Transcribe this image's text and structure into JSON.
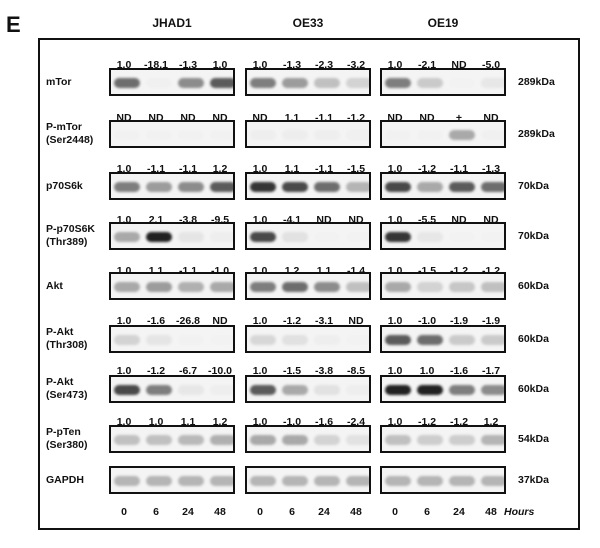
{
  "panel_letter": "E",
  "cell_lines": [
    "JHAD1",
    "OE33",
    "OE19"
  ],
  "time_points": [
    "0",
    "6",
    "24",
    "48"
  ],
  "time_unit": "Hours",
  "rows": [
    {
      "label": [
        "mTor"
      ],
      "kda": "289kDa",
      "values": [
        [
          "1.0",
          "-18.1",
          "-1.3",
          "1.0"
        ],
        [
          "1.0",
          "-1.3",
          "-2.3",
          "-3.2"
        ],
        [
          "1.0",
          "-2.1",
          "ND",
          "-5.0"
        ]
      ],
      "intensity": [
        [
          0.75,
          0.08,
          0.65,
          0.8
        ],
        [
          0.7,
          0.6,
          0.45,
          0.35
        ],
        [
          0.7,
          0.4,
          0.0,
          0.2
        ]
      ]
    },
    {
      "label": [
        "P-mTor",
        "(Ser2448)"
      ],
      "kda": "289kDa",
      "values": [
        [
          "ND",
          "ND",
          "ND",
          "ND"
        ],
        [
          "ND",
          "1.1",
          "-1.1",
          "-1.2"
        ],
        [
          "ND",
          "ND",
          "+",
          "ND"
        ]
      ],
      "intensity": [
        [
          0.05,
          0.05,
          0.05,
          0.05
        ],
        [
          0.12,
          0.14,
          0.12,
          0.1
        ],
        [
          0.05,
          0.05,
          0.55,
          0.08
        ]
      ]
    },
    {
      "label": [
        "p70S6k"
      ],
      "kda": "70kDa",
      "values": [
        [
          "1.0",
          "-1.1",
          "-1.1",
          "1.2"
        ],
        [
          "1.0",
          "1.1",
          "-1.1",
          "-1.5"
        ],
        [
          "1.0",
          "-1.2",
          "-1.1",
          "-1.3"
        ]
      ],
      "intensity": [
        [
          0.7,
          0.6,
          0.65,
          0.8
        ],
        [
          0.9,
          0.85,
          0.75,
          0.5
        ],
        [
          0.85,
          0.55,
          0.8,
          0.75
        ]
      ]
    },
    {
      "label": [
        "P-p70S6K",
        "(Thr389)"
      ],
      "kda": "70kDa",
      "values": [
        [
          "1.0",
          "2.1",
          "-3.8",
          "-9.5"
        ],
        [
          "1.0",
          "-4.1",
          "ND",
          "ND"
        ],
        [
          "1.0",
          "-5.5",
          "ND",
          "ND"
        ]
      ],
      "intensity": [
        [
          0.55,
          0.95,
          0.22,
          0.12
        ],
        [
          0.85,
          0.25,
          0.0,
          0.0
        ],
        [
          0.9,
          0.2,
          0.0,
          0.0
        ]
      ]
    },
    {
      "label": [
        "Akt"
      ],
      "kda": "60kDa",
      "values": [
        [
          "1.0",
          "1.1",
          "-1.1",
          "-1.0"
        ],
        [
          "1.0",
          "1.2",
          "1.1",
          "-1.4"
        ],
        [
          "1.0",
          "-1.5",
          "-1.2",
          "-1.2"
        ]
      ],
      "intensity": [
        [
          0.55,
          0.6,
          0.52,
          0.55
        ],
        [
          0.7,
          0.75,
          0.65,
          0.45
        ],
        [
          0.55,
          0.35,
          0.42,
          0.45
        ]
      ]
    },
    {
      "label": [
        "P-Akt",
        "(Thr308)"
      ],
      "kda": "60kDa",
      "values": [
        [
          "1.0",
          "-1.6",
          "-26.8",
          "ND"
        ],
        [
          "1.0",
          "-1.2",
          "-3.1",
          "ND"
        ],
        [
          "1.0",
          "-1.0",
          "-1.9",
          "-1.9"
        ]
      ],
      "intensity": [
        [
          0.35,
          0.22,
          0.05,
          0.0
        ],
        [
          0.32,
          0.26,
          0.12,
          0.0
        ],
        [
          0.8,
          0.75,
          0.4,
          0.4
        ]
      ]
    },
    {
      "label": [
        "P-Akt",
        "(Ser473)"
      ],
      "kda": "60kDa",
      "values": [
        [
          "1.0",
          "-1.2",
          "-6.7",
          "-10.0"
        ],
        [
          "1.0",
          "-1.5",
          "-3.8",
          "-8.5"
        ],
        [
          "1.0",
          "1.0",
          "-1.6",
          "-1.7"
        ]
      ],
      "intensity": [
        [
          0.85,
          0.7,
          0.2,
          0.12
        ],
        [
          0.8,
          0.55,
          0.25,
          0.12
        ],
        [
          0.95,
          0.95,
          0.7,
          0.65
        ]
      ]
    },
    {
      "label": [
        "P-pTen",
        "(Ser380)"
      ],
      "kda": "54kDa",
      "values": [
        [
          "1.0",
          "1.0",
          "1.1",
          "1.2"
        ],
        [
          "1.0",
          "-1.0",
          "-1.6",
          "-2.4"
        ],
        [
          "1.0",
          "-1.2",
          "-1.2",
          "1.2"
        ]
      ],
      "intensity": [
        [
          0.45,
          0.45,
          0.48,
          0.52
        ],
        [
          0.55,
          0.55,
          0.35,
          0.25
        ],
        [
          0.45,
          0.38,
          0.38,
          0.5
        ]
      ]
    },
    {
      "label": [
        "GAPDH"
      ],
      "kda": "37kDa",
      "values": null,
      "intensity": [
        [
          0.5,
          0.5,
          0.5,
          0.5
        ],
        [
          0.5,
          0.5,
          0.5,
          0.5
        ],
        [
          0.5,
          0.5,
          0.5,
          0.5
        ]
      ]
    }
  ]
}
